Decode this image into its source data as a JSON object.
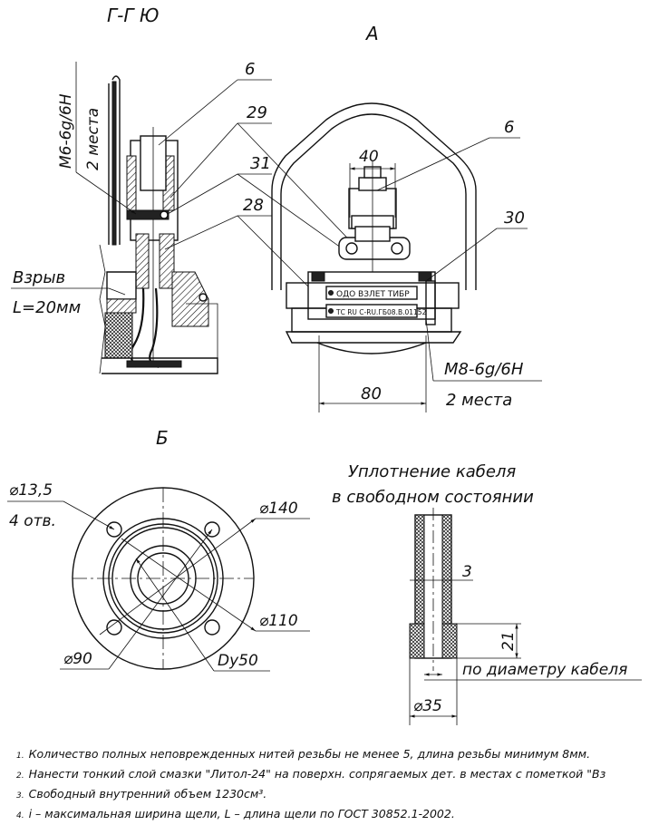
{
  "views": {
    "section_title": "Г-Г Ю",
    "view_a_title": "А",
    "view_b_title": "Б",
    "seal_title_line1": "Уплотнение кабеля",
    "seal_title_line2": "в свободном состоянии"
  },
  "callouts": {
    "c6_left": "6",
    "c29": "29",
    "c31": "31",
    "c28": "28",
    "c6_right": "6",
    "c30": "30"
  },
  "thread_left": {
    "spec": "М6-6g/6Н",
    "count": "2 места"
  },
  "explosion": {
    "label": "Взрыв",
    "length": "L=20мм"
  },
  "dims_a": {
    "d40": "40",
    "d80": "80",
    "thread_spec": "М8-6g/6Н",
    "thread_count": "2 места"
  },
  "plates": {
    "plate1": "ОДО ВЗЛЕТ ТИБР",
    "plate2": "ТС RU С-RU.ГБ08.В.01152"
  },
  "dims_b": {
    "hole": "⌀13,5",
    "hole_count": "4 отв.",
    "d140": "⌀140",
    "d110": "⌀110",
    "d90": "⌀90",
    "dy50": "Dу50"
  },
  "dims_seal": {
    "d3": "3",
    "d21": "21",
    "d35": "⌀35",
    "cable_note": "по диаметру кабеля"
  },
  "notes": [
    {
      "num": "1.",
      "text": "Количество полных неповрежденных нитей резьбы не менее 5, длина резьбы минимум 8мм."
    },
    {
      "num": "2.",
      "text": "Нанести тонкий слой смазки \"Литол-24\" на поверхн. сопрягаемых дет. в местах с пометкой \"Вз"
    },
    {
      "num": "3.",
      "text": "Свободный внутренний объем 1230см³."
    },
    {
      "num": "4.",
      "text": "i – максимальная ширина щели, L – длина щели по ГОСТ 30852.1-2002."
    }
  ]
}
